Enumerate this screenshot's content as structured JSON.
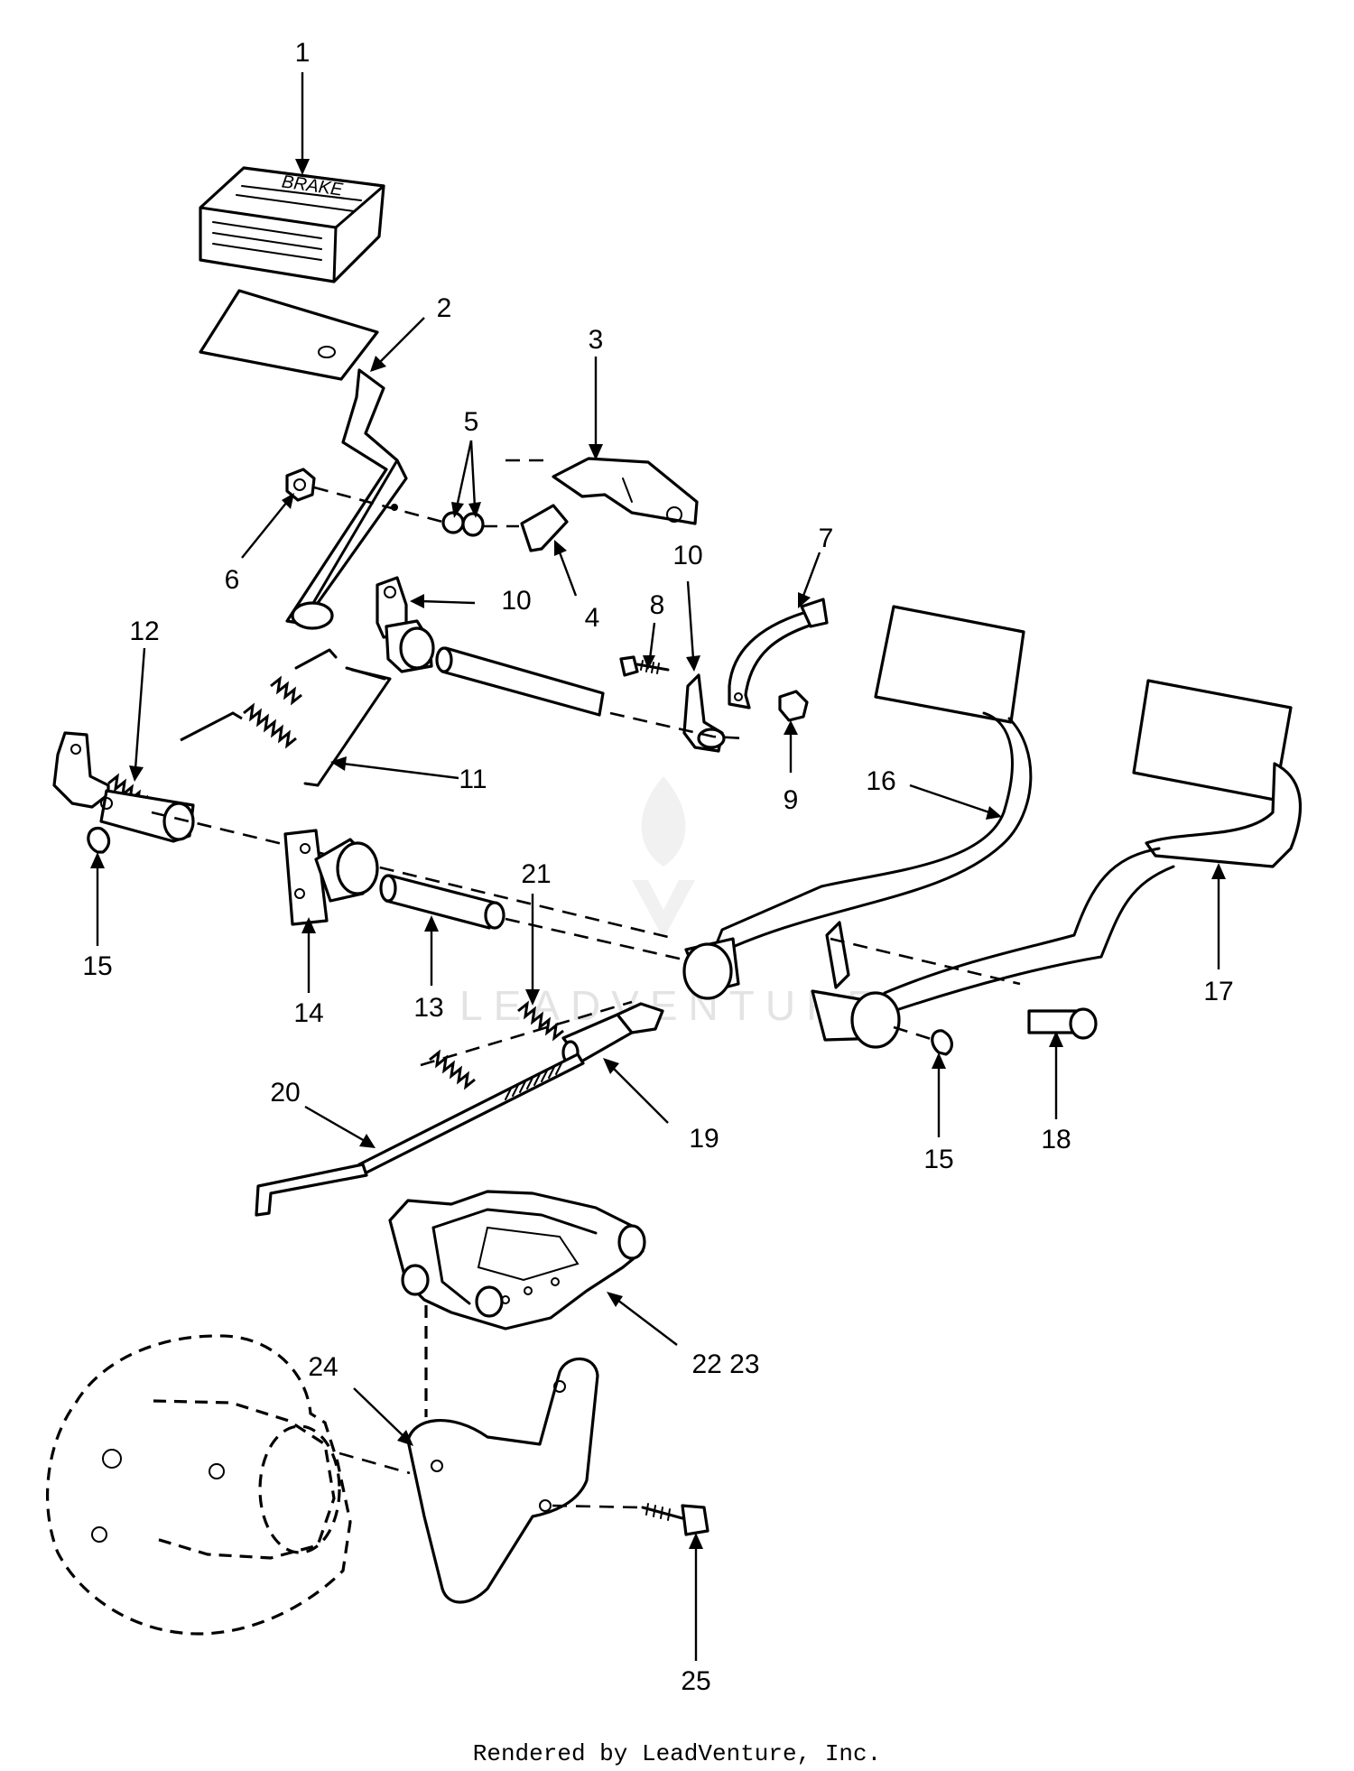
{
  "callouts": [
    {
      "id": "1",
      "text": "1"
    },
    {
      "id": "2",
      "text": "2"
    },
    {
      "id": "3",
      "text": "3"
    },
    {
      "id": "4",
      "text": "4"
    },
    {
      "id": "5",
      "text": "5"
    },
    {
      "id": "6",
      "text": "6"
    },
    {
      "id": "7",
      "text": "7"
    },
    {
      "id": "8",
      "text": "8"
    },
    {
      "id": "9",
      "text": "9"
    },
    {
      "id": "10a",
      "text": "10"
    },
    {
      "id": "10b",
      "text": "10"
    },
    {
      "id": "11",
      "text": "11"
    },
    {
      "id": "12",
      "text": "12"
    },
    {
      "id": "13",
      "text": "13"
    },
    {
      "id": "14",
      "text": "14"
    },
    {
      "id": "15a",
      "text": "15"
    },
    {
      "id": "15b",
      "text": "15"
    },
    {
      "id": "16",
      "text": "16"
    },
    {
      "id": "17",
      "text": "17"
    },
    {
      "id": "18",
      "text": "18"
    },
    {
      "id": "19",
      "text": "19"
    },
    {
      "id": "20",
      "text": "20"
    },
    {
      "id": "21",
      "text": "21"
    },
    {
      "id": "2223",
      "text": "22 23"
    },
    {
      "id": "24",
      "text": "24"
    },
    {
      "id": "25",
      "text": "25"
    }
  ],
  "pedal_pad_lettering": "BRAKE",
  "watermark": "LEADVENTURE",
  "footer": "Rendered by LeadVenture, Inc."
}
